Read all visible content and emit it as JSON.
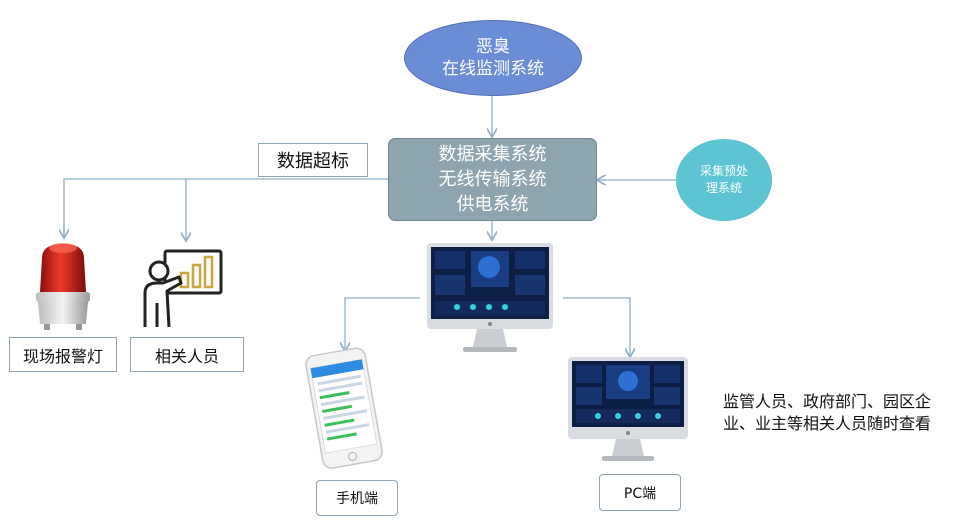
{
  "top_ellipse": {
    "line1": "恶臭",
    "line2": "在线监测系统"
  },
  "core": {
    "line1": "数据采集系统",
    "line2": "无线传输系统",
    "line3": "供电系统"
  },
  "preprocess": {
    "line1": "采集预处",
    "line2": "理系统"
  },
  "over_label": "数据超标",
  "alarm_label": "现场报警灯",
  "people_label": "相关人员",
  "mobile_label": "手机端",
  "pc_label": "PC端",
  "description": {
    "line1": "监管人员、政府部门、园区企",
    "line2": "业、业主等相关人员随时查看"
  },
  "colors": {
    "arrow": "#8fb0c6",
    "ellipse": "#6b8dd6",
    "core_box": "#8ea4ae",
    "circle": "#5cc4d2",
    "alarm_red": "#e0201b",
    "icon_gold": "#c9a640"
  }
}
